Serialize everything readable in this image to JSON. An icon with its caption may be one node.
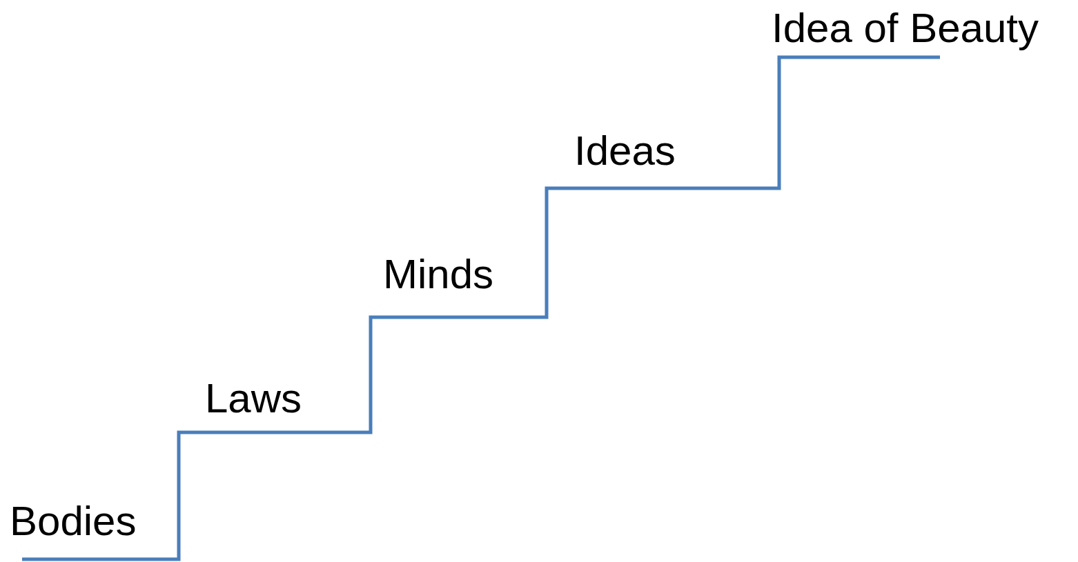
{
  "diagram": {
    "labels": [
      "Bodies",
      "Laws",
      "Minds",
      "Ideas",
      "Idea of Beauty"
    ]
  }
}
